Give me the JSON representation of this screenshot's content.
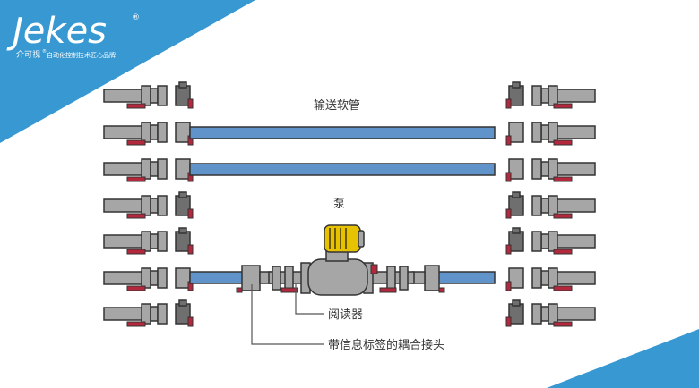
{
  "brand": {
    "logo_text": "Jekes",
    "registered_mark": "®",
    "tagline_name": "介可视",
    "tagline_mark": "®",
    "tagline": "自动化控制技术匠心品牌"
  },
  "labels": {
    "hose": "输送软管",
    "pump": "泵",
    "reader": "阅读器",
    "coupling": "带信息标签的耦合接头"
  },
  "colors": {
    "accent_blue": "#3798d2",
    "hose_blue": "#5f93c9",
    "pipe_gray": "#a6a6a6",
    "tag_red": "#b3283c",
    "pump_yellow": "#e6c200"
  },
  "layout": {
    "left_ports": 7,
    "right_ports": 7,
    "connected_rows": [
      "row-2",
      "row-3",
      "row-6"
    ]
  }
}
